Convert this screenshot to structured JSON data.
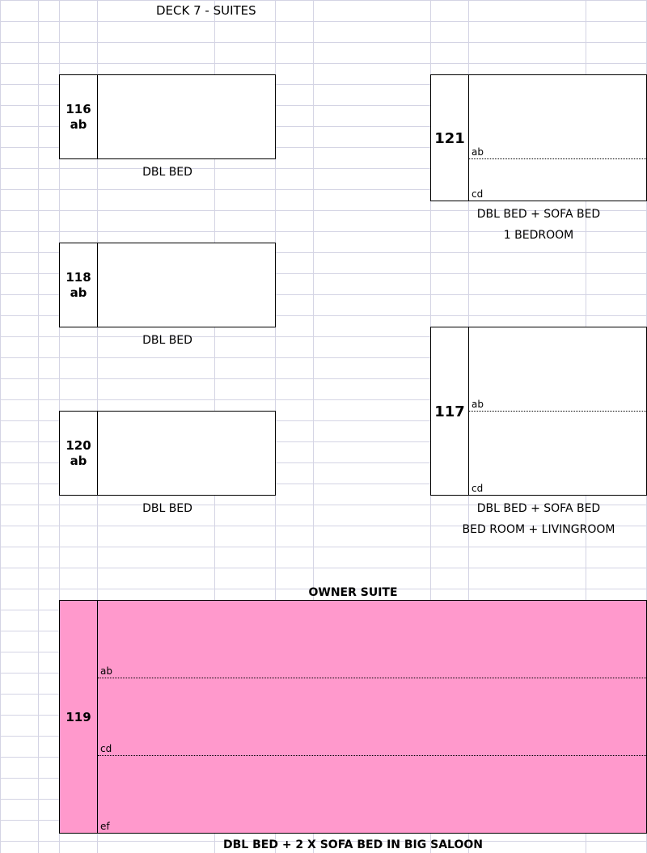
{
  "title": "DECK  7   -  SUITES",
  "rooms": {
    "r116": {
      "number": "116",
      "sub": "ab",
      "label": "DBL BED"
    },
    "r118": {
      "number": "118",
      "sub": "ab",
      "label": "DBL BED"
    },
    "r120": {
      "number": "120",
      "sub": "ab",
      "label": "DBL BED"
    },
    "r121": {
      "number": "121",
      "sections": [
        "ab",
        "cd"
      ],
      "label": "DBL BED + SOFA BED",
      "label2": "1 BEDROOM"
    },
    "r117": {
      "number": "117",
      "sections": [
        "ab",
        "cd"
      ],
      "label": "DBL BED + SOFA BED",
      "label2": "BED ROOM + LIVINGROOM"
    },
    "r119": {
      "heading": "OWNER SUITE",
      "number": "119",
      "sections": [
        "ab",
        "cd",
        "ef"
      ],
      "label": "DBL BED  + 2 X SOFA BED IN BIG SALOON",
      "fill_color": "#ff99cc"
    }
  }
}
